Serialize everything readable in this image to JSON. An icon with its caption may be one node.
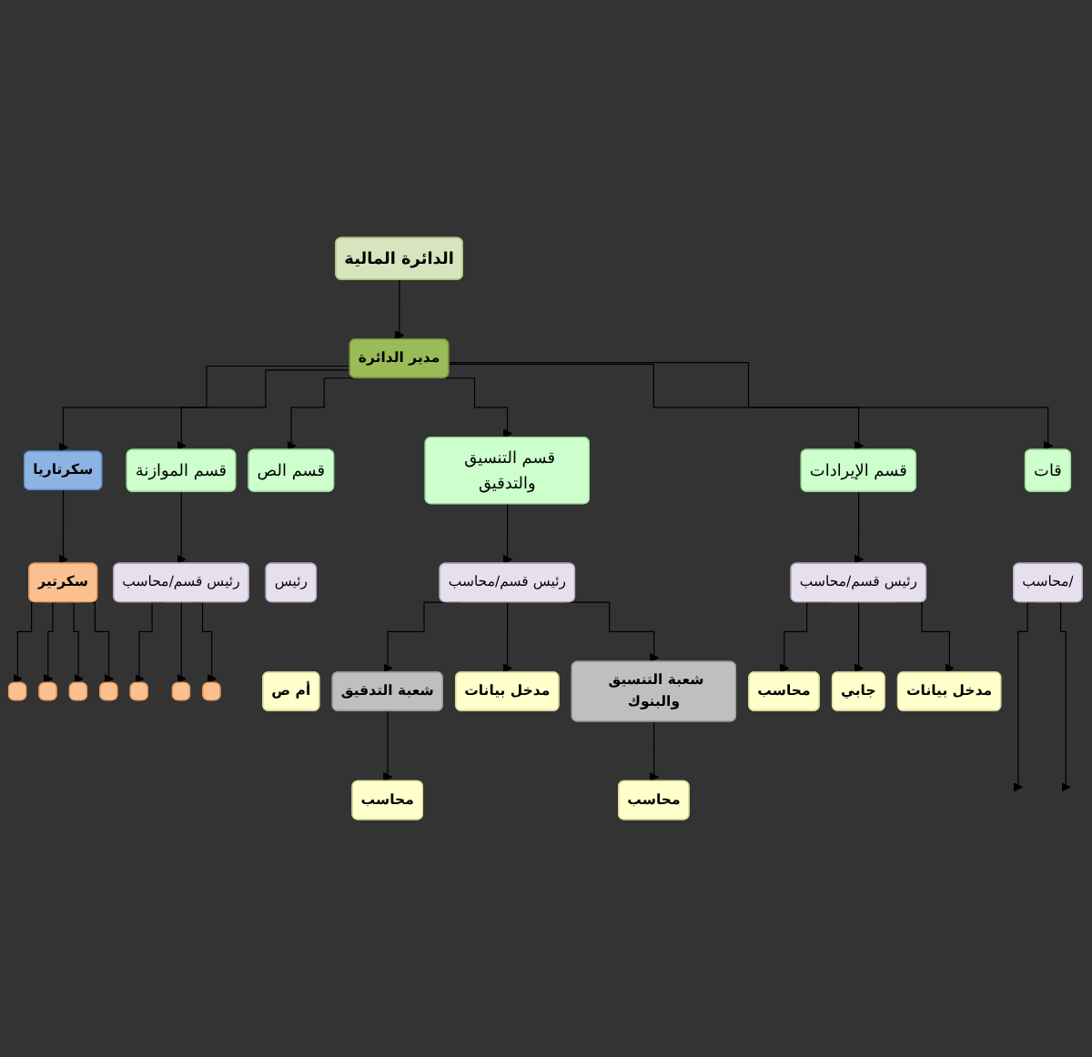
{
  "diagram": {
    "nodes": [
      {
        "text": [
          "الدائرة المالية"
        ]
      },
      {
        "text": [
          "مدير الدائرة"
        ]
      },
      {
        "text": [
          "سكرتاريا"
        ]
      },
      {
        "text": [
          "سكرتير"
        ]
      },
      {
        "text": [],
        "shape": "box"
      },
      {
        "text": [],
        "shape": "box"
      },
      {
        "text": [],
        "shape": "box"
      },
      {
        "text": [],
        "shape": "box"
      },
      {
        "text": [
          "قسم الموازنة"
        ]
      },
      {
        "text": [
          "رئيس قسم/محاسب"
        ]
      },
      {
        "text": [],
        "shape": "box"
      },
      {
        "text": [],
        "shape": "box"
      },
      {
        "text": [],
        "shape": "box"
      },
      {
        "text": [
          "قسم الص"
        ]
      },
      {
        "text": [
          "قسم التنسيق والتدقيق"
        ]
      },
      {
        "text": [
          "قسم الإيرادات"
        ]
      },
      {
        "text": [
          "قات"
        ]
      },
      {
        "text": [
          "رئيس"
        ]
      },
      {
        "text": [
          "رئيس قسم/محاسب"
        ]
      },
      {
        "text": [
          "رئيس قسم/محاسب"
        ]
      },
      {
        "text": [
          "/محاسب"
        ]
      },
      {
        "text": [
          "أم ص"
        ]
      },
      {
        "text": [
          "شعبة التدقيق"
        ]
      },
      {
        "text": [
          "مدخل بيانات"
        ]
      },
      {
        "text": [
          "شعبة التنسيق والبنوك"
        ]
      },
      {
        "text": [
          "محاسب"
        ]
      },
      {
        "text": [
          "محاسب"
        ]
      },
      {
        "text": [
          "محاسب"
        ]
      },
      {
        "text": [
          "جابي"
        ]
      },
      {
        "text": [
          "مدخل بيانات"
        ]
      }
    ],
    "edges": [
      {
        "from": 0,
        "to": 1,
        "arrow": "to"
      },
      {
        "from": 1,
        "to": 2,
        "arrow": "to"
      },
      {
        "from": 2,
        "to": 3,
        "arrow": "to"
      },
      {
        "from": 3,
        "to": 4,
        "arrow": "to"
      },
      {
        "from": 3,
        "to": 5,
        "arrow": "to"
      },
      {
        "from": 3,
        "to": 6,
        "arrow": "to"
      },
      {
        "from": 3,
        "to": 7,
        "arrow": "to"
      },
      {
        "from": 1,
        "to": 8,
        "arrow": "to"
      },
      {
        "from": 8,
        "to": 9,
        "arrow": "to"
      },
      {
        "from": 9,
        "to": 10,
        "arrow": "to"
      },
      {
        "from": 9,
        "to": 11,
        "arrow": "to"
      },
      {
        "from": 9,
        "to": 12,
        "arrow": "to"
      },
      {
        "from": 1,
        "to": 13,
        "arrow": "to"
      },
      {
        "from": 1,
        "to": 14,
        "arrow": "to"
      },
      {
        "from": 1,
        "to": 15,
        "arrow": "to"
      },
      {
        "from": 1,
        "to": 16,
        "arrow": "to"
      },
      {
        "from": 14,
        "to": 18,
        "arrow": "to"
      },
      {
        "from": 15,
        "to": 19,
        "arrow": "to"
      },
      {
        "from": 18,
        "to": 22,
        "arrow": "to"
      },
      {
        "from": 18,
        "to": 23,
        "arrow": "to"
      },
      {
        "from": 18,
        "to": 24,
        "arrow": "to"
      },
      {
        "from": 22,
        "to": 25,
        "arrow": "to"
      },
      {
        "from": 24,
        "to": 26,
        "arrow": "to"
      },
      {
        "from": 19,
        "to": 27,
        "arrow": "to"
      },
      {
        "from": 19,
        "to": 28,
        "arrow": "to"
      },
      {
        "from": 19,
        "to": 29,
        "arrow": "to"
      },
      {
        "from": 20,
        "to": null,
        "arrow": "to"
      },
      {
        "from": 20,
        "to": null,
        "arrow": "to"
      }
    ]
  }
}
